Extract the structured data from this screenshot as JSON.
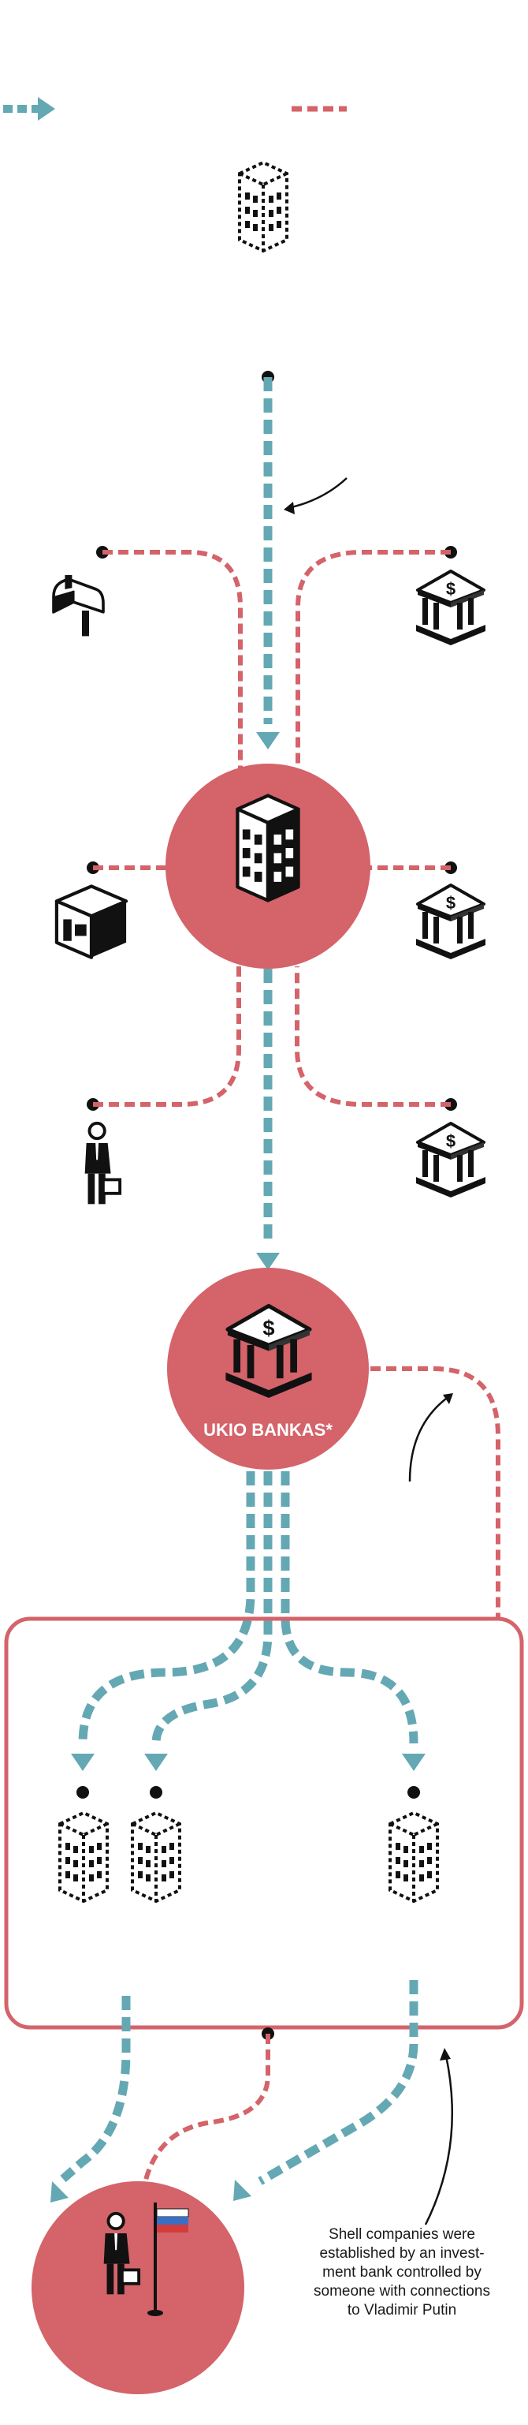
{
  "colors": {
    "money_flow": "#64a8b4",
    "ownership_link": "#d4636a",
    "node": "#d4636a",
    "ink": "#1a1a1a"
  },
  "legend": {
    "money_flow_icon": "dashed-teal-arrow",
    "ownership_icon": "dashed-red-line"
  },
  "nodes": {
    "central_company_icon": "office-building-icon",
    "bank_label": "UKIO BANKAS*",
    "bank_icon": "bank-icon",
    "final_owner_icon": "businessman-with-russian-flag-icon"
  },
  "satellites": [
    "mailbox-icon",
    "bank-icon",
    "shop-icon",
    "bank-icon",
    "businessman-icon",
    "bank-icon"
  ],
  "shell_companies": [
    "shell-company-icon",
    "shell-company-icon",
    "shell-company-icon"
  ],
  "annotation": {
    "lines": [
      "Shell companies were",
      "established by an invest-",
      "ment bank controlled by",
      "someone with connections",
      "to Vladimir Putin"
    ]
  }
}
